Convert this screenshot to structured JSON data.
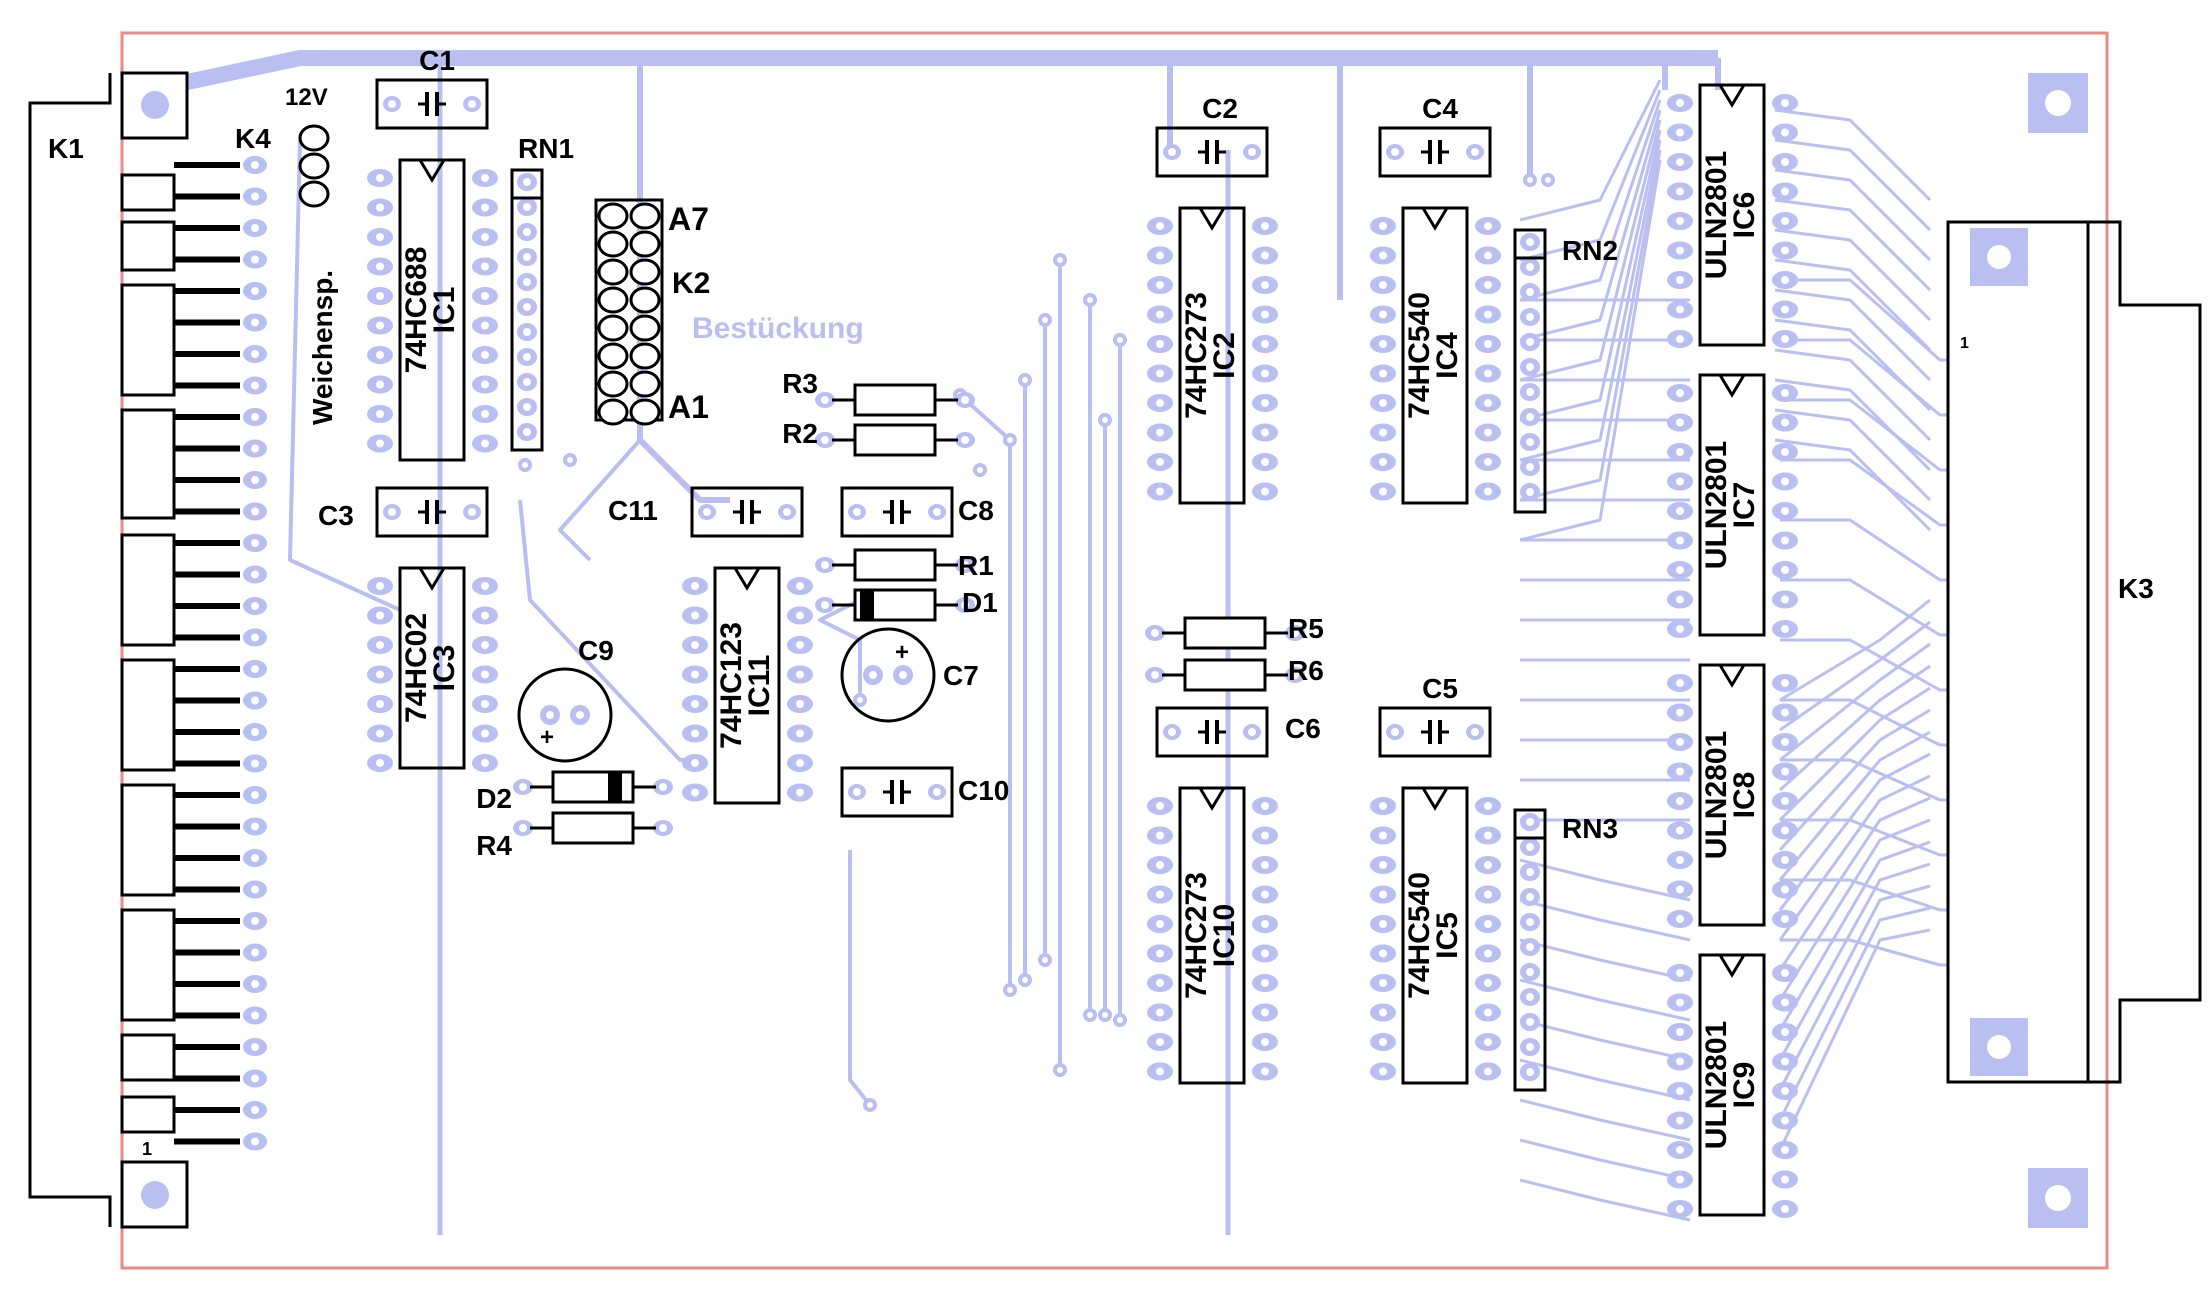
{
  "colors": {
    "copper": "#b9bff0",
    "outline": "#e88a8a",
    "silkscreen": "#000000",
    "pad_fill": "#ffffff",
    "background": "#ffffff"
  },
  "connectors": {
    "k1": "K1",
    "k1_pin1": "1",
    "k2": "K2",
    "k2_a7": "A7",
    "k2_a1": "A1",
    "k3": "K3",
    "k3_pin1": "1",
    "k4": "K4",
    "k4_voltage": "12V",
    "weichensp": "Weichensp."
  },
  "board_text": {
    "bestueckung": "Bestückung"
  },
  "ics": [
    {
      "ref": "IC1",
      "part": "74HC688"
    },
    {
      "ref": "IC2",
      "part": "74HC273"
    },
    {
      "ref": "IC3",
      "part": "74HC02"
    },
    {
      "ref": "IC4",
      "part": "74HC540"
    },
    {
      "ref": "IC5",
      "part": "74HC540"
    },
    {
      "ref": "IC6",
      "part": "ULN2801"
    },
    {
      "ref": "IC7",
      "part": "ULN2801"
    },
    {
      "ref": "IC8",
      "part": "ULN2801"
    },
    {
      "ref": "IC9",
      "part": "ULN2801"
    },
    {
      "ref": "IC10",
      "part": "74HC273"
    },
    {
      "ref": "IC11",
      "part": "74HC123"
    }
  ],
  "resistor_networks": [
    "RN1",
    "RN2",
    "RN3"
  ],
  "capacitors": [
    "C1",
    "C2",
    "C3",
    "C4",
    "C5",
    "C6",
    "C7",
    "C8",
    "C9",
    "C10",
    "C11"
  ],
  "resistors": [
    "R1",
    "R2",
    "R3",
    "R4",
    "R5",
    "R6"
  ],
  "diodes": [
    "D1",
    "D2"
  ],
  "polarity": {
    "plus": "+"
  }
}
